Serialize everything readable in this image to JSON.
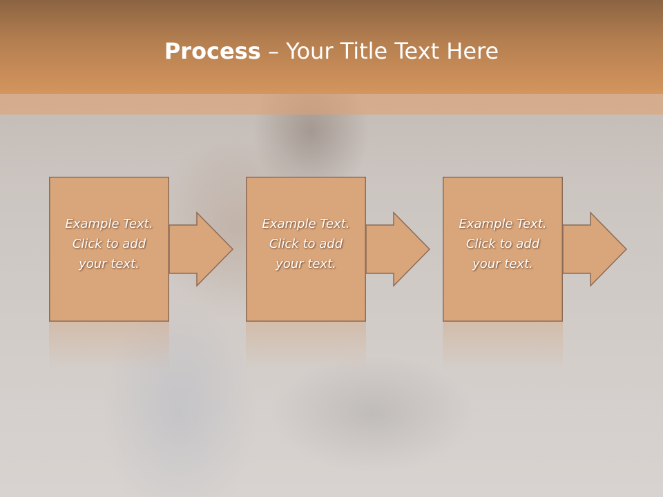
{
  "slide": {
    "title_bold": "Process",
    "title_rest": " – Your Title Text Here"
  },
  "steps": [
    {
      "line1": "Example Text.",
      "line2": "Click  to add",
      "line3": "your text."
    },
    {
      "line1": "Example Text.",
      "line2": "Click  to add",
      "line3": "your text."
    },
    {
      "line1": "Example Text.",
      "line2": "Click  to add",
      "line3": "your text."
    }
  ],
  "colors": {
    "box_fill": "#d9a57b",
    "box_stroke": "#8b6b57",
    "title_bar": "#c98b55"
  }
}
